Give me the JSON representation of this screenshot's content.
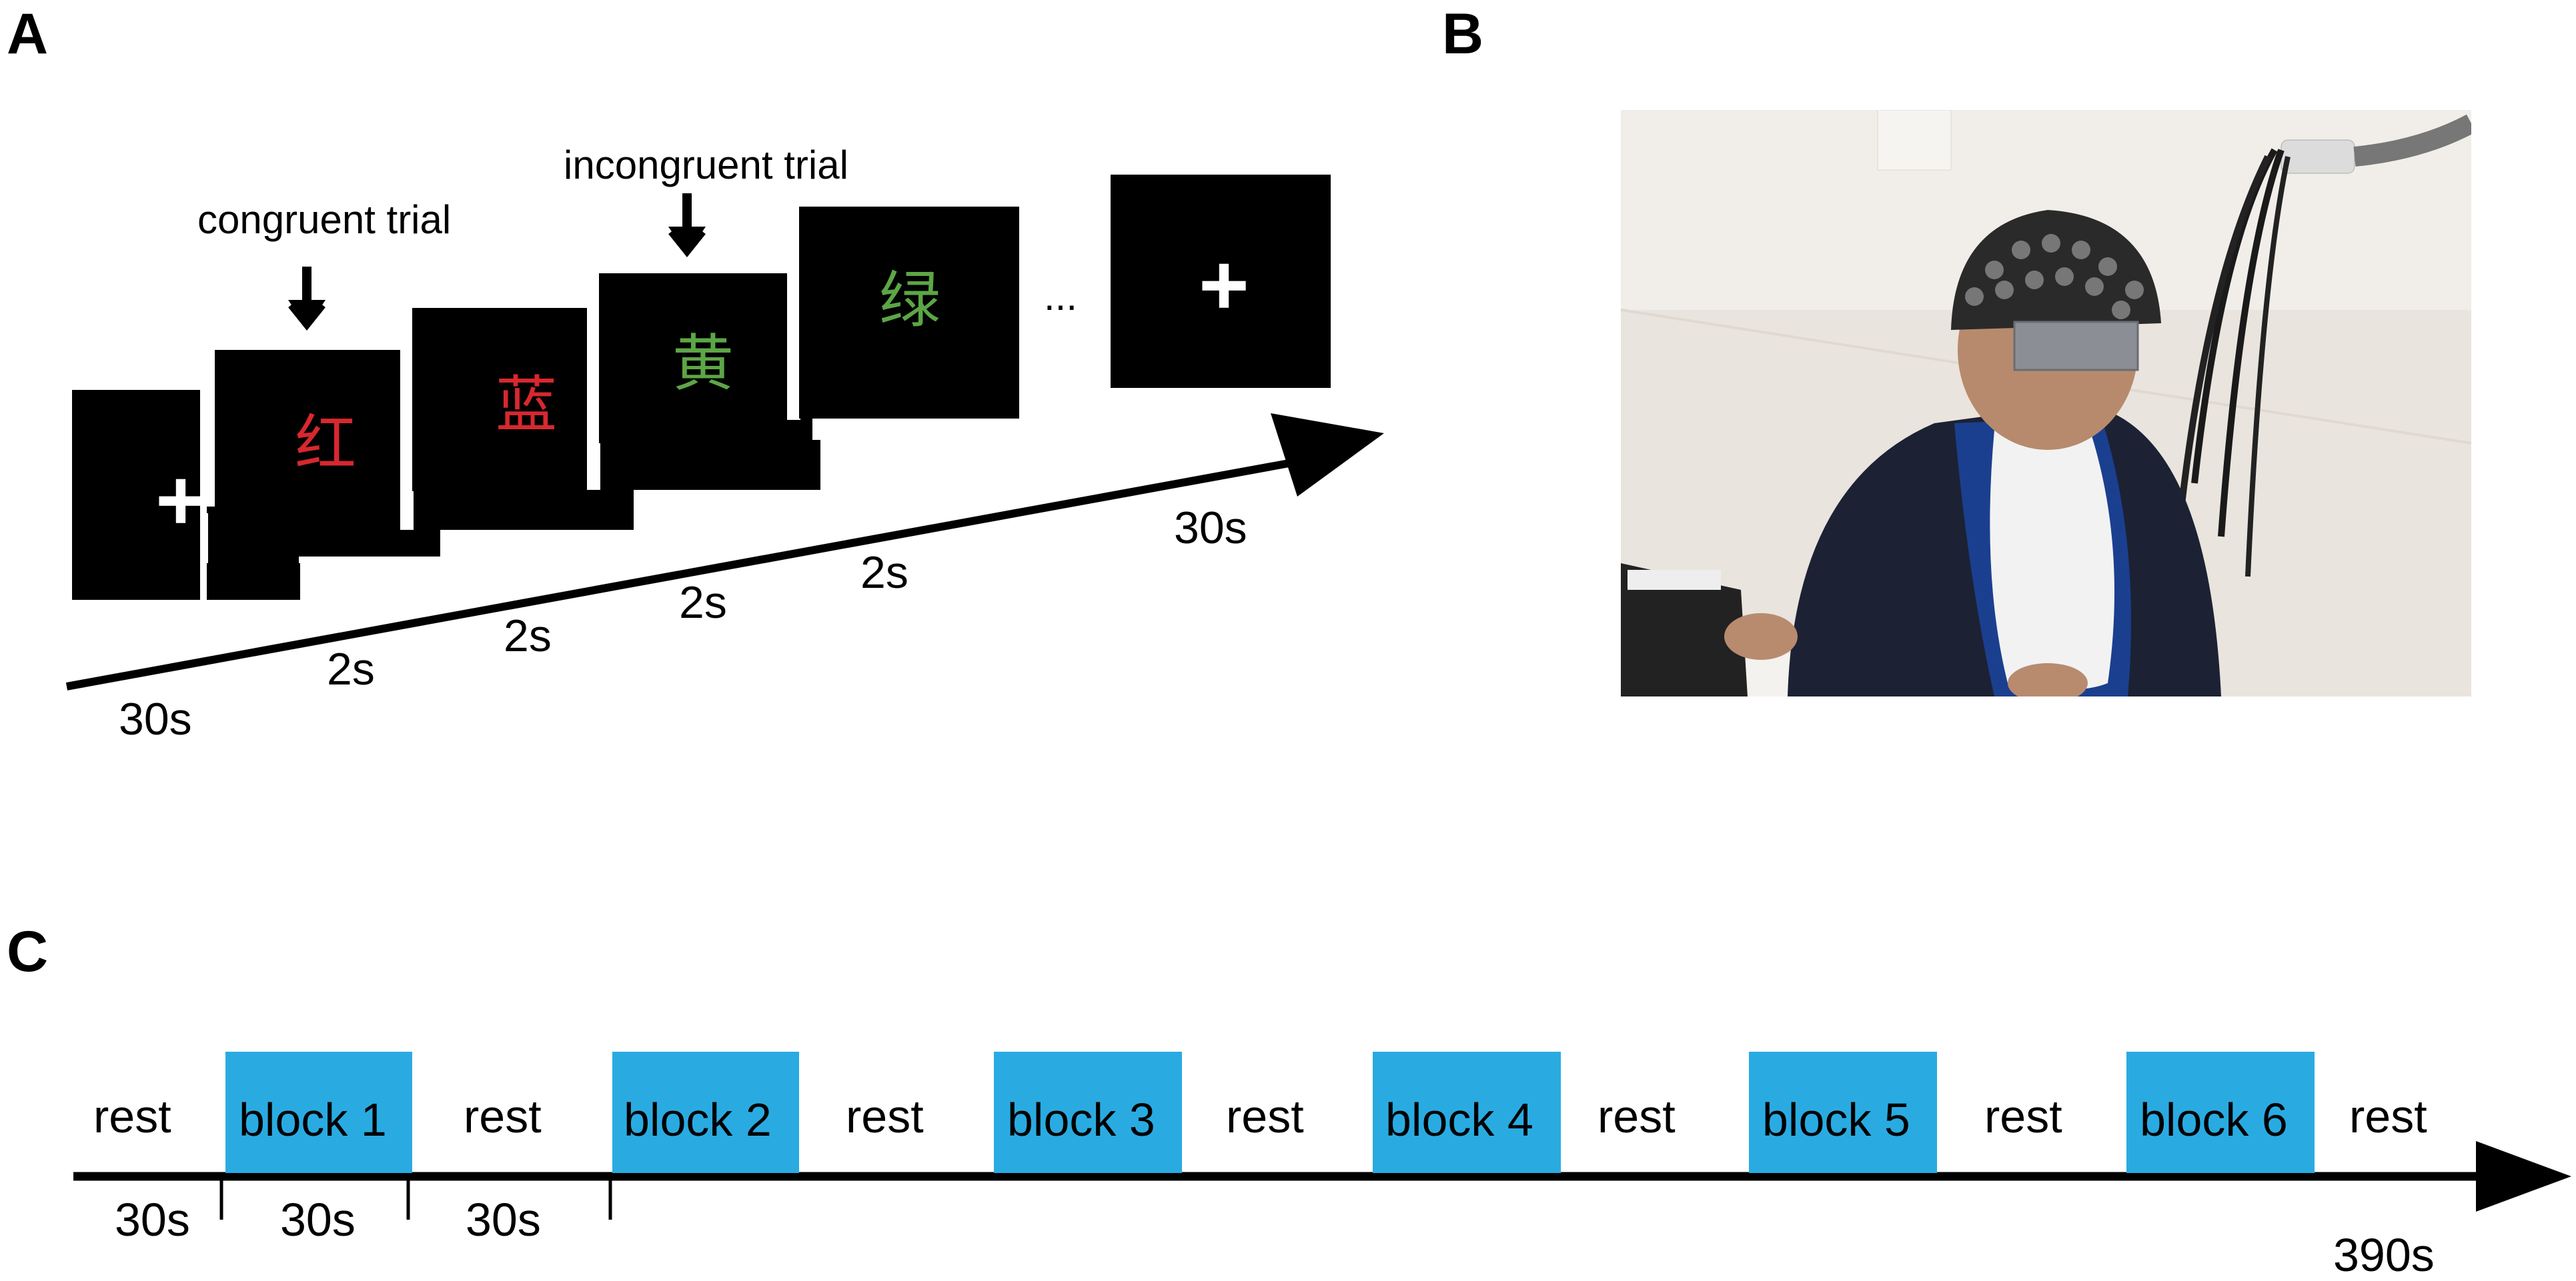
{
  "panels": {
    "a": {
      "letter": "A"
    },
    "b": {
      "letter": "B"
    },
    "c": {
      "letter": "C"
    }
  },
  "panel_a": {
    "congruent_label": "congruent trial",
    "incongruent_label": "incongruent trial",
    "fixation_symbol": "+",
    "stimuli": [
      {
        "char": "红",
        "color": "#d7282f"
      },
      {
        "char": "蓝",
        "color": "#d7282f"
      },
      {
        "char": "黄",
        "color": "#5ca646"
      },
      {
        "char": "绿",
        "color": "#5ca646"
      }
    ],
    "ellipsis": "...",
    "times": [
      "30s",
      "2s",
      "2s",
      "2s",
      "2s",
      "30s"
    ]
  },
  "panel_b": {
    "photo_description_icon": "participant-fnirs-cap-photo"
  },
  "panel_c": {
    "segments": [
      {
        "label": "rest",
        "type": "rest"
      },
      {
        "label": "block 1",
        "type": "block"
      },
      {
        "label": "rest",
        "type": "rest"
      },
      {
        "label": "block 2",
        "type": "block"
      },
      {
        "label": "rest",
        "type": "rest"
      },
      {
        "label": "block 3",
        "type": "block"
      },
      {
        "label": "rest",
        "type": "rest"
      },
      {
        "label": "block 4",
        "type": "block"
      },
      {
        "label": "rest",
        "type": "rest"
      },
      {
        "label": "block 5",
        "type": "block"
      },
      {
        "label": "rest",
        "type": "rest"
      },
      {
        "label": "block 6",
        "type": "block"
      },
      {
        "label": "rest",
        "type": "rest"
      }
    ],
    "durations": [
      "30s",
      "30s",
      "30s"
    ],
    "end_time": "390s",
    "block_color": "#29abe2"
  }
}
